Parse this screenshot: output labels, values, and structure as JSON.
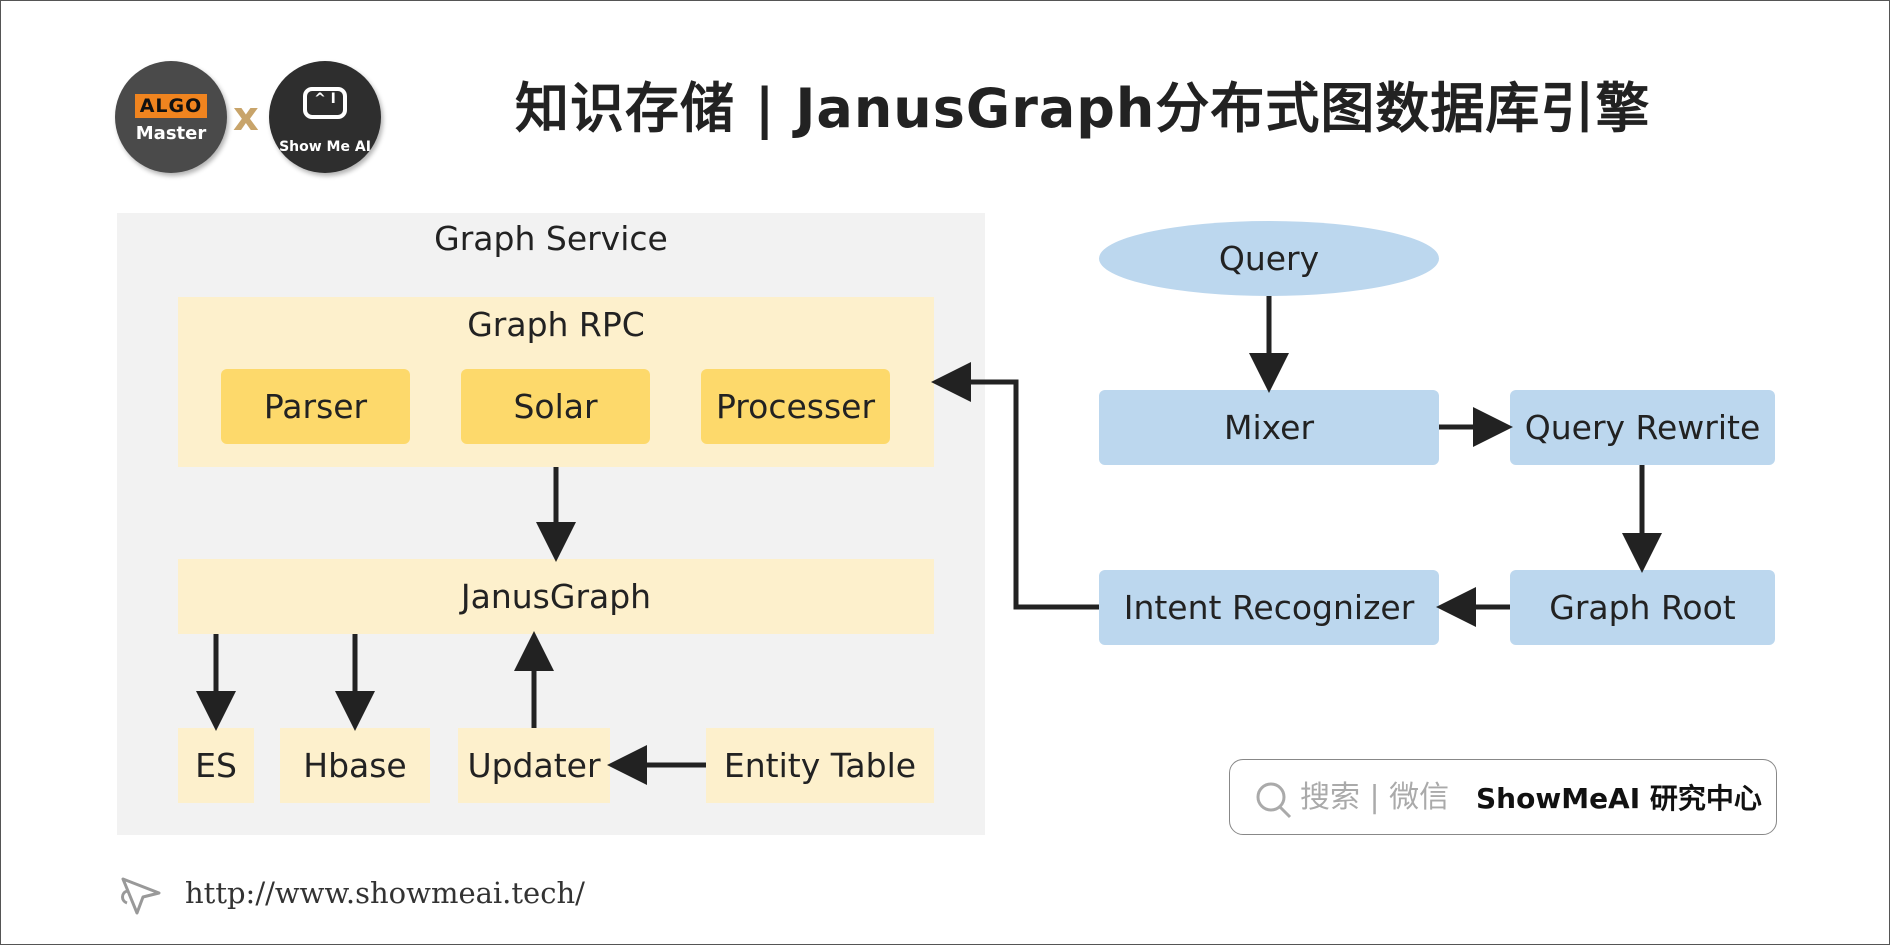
{
  "header": {
    "logo_algo_tag": "ALGO",
    "logo_algo_sub": "Master",
    "logo_x": "x",
    "logo_show_face": "^ I",
    "logo_show_sub": "Show Me AI",
    "title": "知识存储 | JanusGraph分布式图数据库引擎"
  },
  "diagram": {
    "graph_service": "Graph Service",
    "graph_rpc": "Graph RPC",
    "parser": "Parser",
    "solar": "Solar",
    "processer": "Processer",
    "janusgraph": "JanusGraph",
    "es": "ES",
    "hbase": "Hbase",
    "updater": "Updater",
    "entity_table": "Entity Table",
    "query": "Query",
    "mixer": "Mixer",
    "query_rewrite": "Query Rewrite",
    "intent_recognizer": "Intent Recognizer",
    "graph_root": "Graph Root"
  },
  "colors": {
    "panel": "#f2f2f2",
    "cream": "#fdf0cc",
    "yellow": "#fdd96b",
    "blue": "#bcd7ee",
    "arrow": "#222222"
  },
  "search": {
    "icon": "search-icon",
    "placeholder": "搜索 | 微信",
    "brand": "ShowMeAI 研究中心"
  },
  "footer": {
    "icon": "cursor-icon",
    "url": "http://www.showmeai.tech/"
  }
}
